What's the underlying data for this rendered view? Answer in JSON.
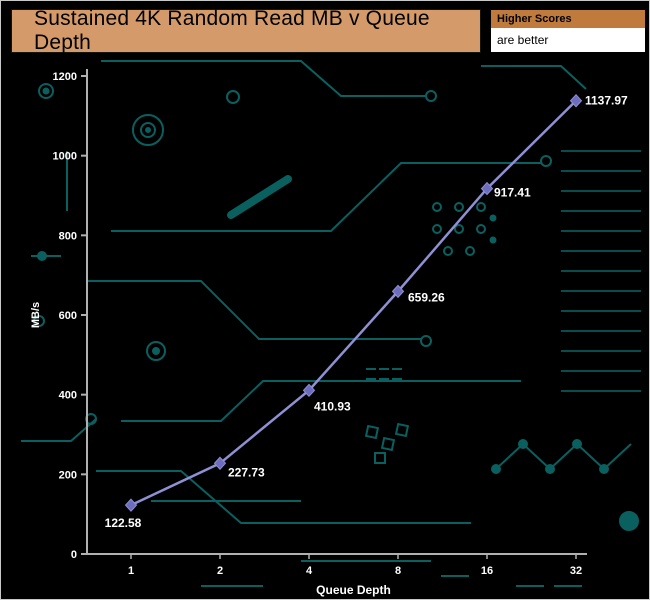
{
  "title": "Sustained 4K Random Read MB v Queue Depth",
  "legend_note": {
    "line1": "Higher Scores",
    "line2": "are better"
  },
  "colors": {
    "title_bg": "#d49a6a",
    "note_header_bg": "#c07a3c",
    "note_body_bg": "#ffffff",
    "line": "#8f8fd4",
    "marker": "#6d6dbd",
    "axis": "#b0b0b0",
    "text": "#ffffff",
    "circuit": "#0c6a6a"
  },
  "chart_data": {
    "type": "line",
    "x": [
      1,
      2,
      4,
      8,
      16,
      32
    ],
    "values": [
      122.58,
      227.73,
      410.93,
      659.26,
      917.41,
      1137.97
    ],
    "labels": [
      "122.58",
      "227.73",
      "410.93",
      "659.26",
      "917.41",
      "1137.97"
    ],
    "title": "Sustained 4K Random Read MB v Queue Depth",
    "xlabel": "Queue Depth",
    "ylabel": "MB/s",
    "ylim": [
      0,
      1200
    ],
    "yticks": [
      0,
      200,
      400,
      600,
      800,
      1000,
      1200
    ],
    "x_scale": "log2",
    "grid": false,
    "legend": "none",
    "series_name": "Sustained 4K Random Read"
  }
}
